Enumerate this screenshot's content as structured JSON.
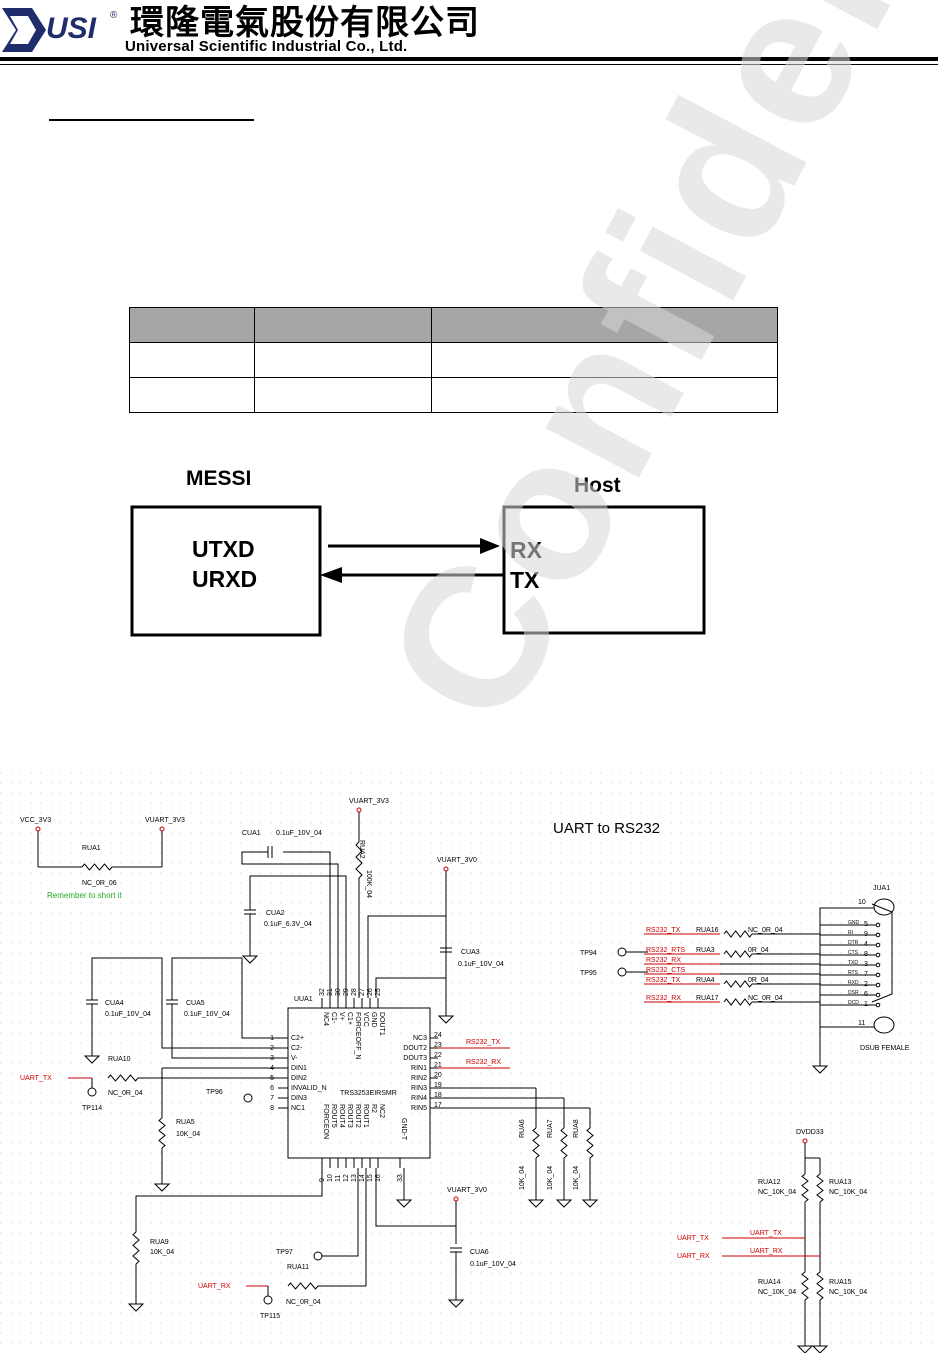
{
  "header": {
    "logo_text": "USI",
    "company_cn": "環隆電氣股份有限公司",
    "company_en": "Universal Scientific Industrial Co., Ltd."
  },
  "watermark": "Confidential",
  "table": {
    "headers": [
      "",
      "",
      ""
    ],
    "rows": [
      [
        "",
        "",
        ""
      ],
      [
        "",
        "",
        ""
      ]
    ]
  },
  "block_diagram": {
    "left_title": "MESSI",
    "left_pins": [
      "UTXD",
      "URXD"
    ],
    "right_title": "Host",
    "right_pins": [
      "RX",
      "TX"
    ]
  },
  "schematic": {
    "title": "UART to RS232",
    "note": "Remember to short it",
    "ic": {
      "ref": "UUA1",
      "part": "TRS3253EIRSMR",
      "left_pins": [
        {
          "num": "1",
          "name": "C2+"
        },
        {
          "num": "2",
          "name": "C2-"
        },
        {
          "num": "3",
          "name": "V-"
        },
        {
          "num": "4",
          "name": "DIN1"
        },
        {
          "num": "5",
          "name": "DIN2"
        },
        {
          "num": "6",
          "name": "INVALID_N"
        },
        {
          "num": "7",
          "name": "DIN3"
        },
        {
          "num": "8",
          "name": "NC1"
        }
      ],
      "right_pins": [
        {
          "num": "24",
          "name": "NC3"
        },
        {
          "num": "23",
          "name": "DOUT2"
        },
        {
          "num": "22",
          "name": "DOUT3"
        },
        {
          "num": "21",
          "name": "RIN1"
        },
        {
          "num": "20",
          "name": "RIN2"
        },
        {
          "num": "19",
          "name": "RIN3"
        },
        {
          "num": "18",
          "name": "RIN4"
        },
        {
          "num": "17",
          "name": "RIN5"
        }
      ],
      "top_pins": [
        {
          "num": "32",
          "name": "NC4"
        },
        {
          "num": "31",
          "name": "C1-"
        },
        {
          "num": "30",
          "name": "V+"
        },
        {
          "num": "29",
          "name": "C1+"
        },
        {
          "num": "28",
          "name": "FORCEOFF_N"
        },
        {
          "num": "27",
          "name": "VCC"
        },
        {
          "num": "26",
          "name": "GND"
        },
        {
          "num": "25",
          "name": "DOUT1"
        }
      ],
      "bottom_pins": [
        {
          "num": "9",
          "name": "FORCEON"
        },
        {
          "num": "10",
          "name": "ROUT5"
        },
        {
          "num": "11",
          "name": "ROUT4"
        },
        {
          "num": "12",
          "name": "ROUT3"
        },
        {
          "num": "13",
          "name": "ROUT2"
        },
        {
          "num": "14",
          "name": "ROUT1"
        },
        {
          "num": "15",
          "name": "R2"
        },
        {
          "num": "16",
          "name": "NC2"
        },
        {
          "num": "33",
          "name": "GND-T"
        }
      ]
    },
    "power_nets": [
      "VCC_3V3",
      "VUART_3V3",
      "VUART_3V0",
      "DVDD33"
    ],
    "components": [
      {
        "ref": "RUA1",
        "value": "NC_0R_06"
      },
      {
        "ref": "CUA1",
        "value": "0.1uF_10V_04"
      },
      {
        "ref": "RUA2",
        "value": "100K_04"
      },
      {
        "ref": "CUA2",
        "value": "0.1uF_6.3V_04"
      },
      {
        "ref": "CUA3",
        "value": "0.1uF_10V_04"
      },
      {
        "ref": "CUA4",
        "value": "0.1uF_10V_04"
      },
      {
        "ref": "CUA5",
        "value": "0.1uF_10V_04"
      },
      {
        "ref": "RUA10",
        "value": "NC_0R_04"
      },
      {
        "ref": "RUA5",
        "value": "10K_04"
      },
      {
        "ref": "RUA9",
        "value": "10K_04"
      },
      {
        "ref": "RUA11",
        "value": "NC_0R_04"
      },
      {
        "ref": "CUA6",
        "value": "0.1uF_10V_04"
      },
      {
        "ref": "RUA6",
        "value": "10K_04"
      },
      {
        "ref": "RUA7",
        "value": "10K_04"
      },
      {
        "ref": "RUA8",
        "value": "10K_04"
      },
      {
        "ref": "RUA16",
        "value": "NC_0R_04"
      },
      {
        "ref": "RUA3",
        "value": "0R_04"
      },
      {
        "ref": "RUA4",
        "value": "0R_04"
      },
      {
        "ref": "RUA17",
        "value": "NC_0R_04"
      },
      {
        "ref": "RUA12",
        "value": "NC_10K_04"
      },
      {
        "ref": "RUA13",
        "value": "NC_10K_04"
      },
      {
        "ref": "RUA14",
        "value": "NC_10K_04"
      },
      {
        "ref": "RUA15",
        "value": "NC_10K_04"
      }
    ],
    "test_points": [
      "TP114",
      "TP96",
      "TP97",
      "TP115",
      "TP94",
      "TP95"
    ],
    "nets": [
      "UART_TX",
      "UART_RX",
      "RS232_TX",
      "RS232_RX",
      "RS232_RTS",
      "RS232_CTS"
    ],
    "connector": {
      "ref": "JUA1",
      "type": "DSUB FEMALE",
      "pins": [
        {
          "num": "5",
          "name": "GND"
        },
        {
          "num": "9",
          "name": "RI"
        },
        {
          "num": "4",
          "name": "DTR"
        },
        {
          "num": "8",
          "name": "CTS"
        },
        {
          "num": "3",
          "name": "TXD"
        },
        {
          "num": "7",
          "name": "RTS"
        },
        {
          "num": "2",
          "name": "RXD"
        },
        {
          "num": "6",
          "name": "DSR"
        },
        {
          "num": "1",
          "name": "DCD"
        }
      ],
      "shell_pins": [
        "10",
        "11"
      ]
    },
    "colors": {
      "net": "#cc0000",
      "note": "#22aa22",
      "wire": "#000000"
    }
  }
}
